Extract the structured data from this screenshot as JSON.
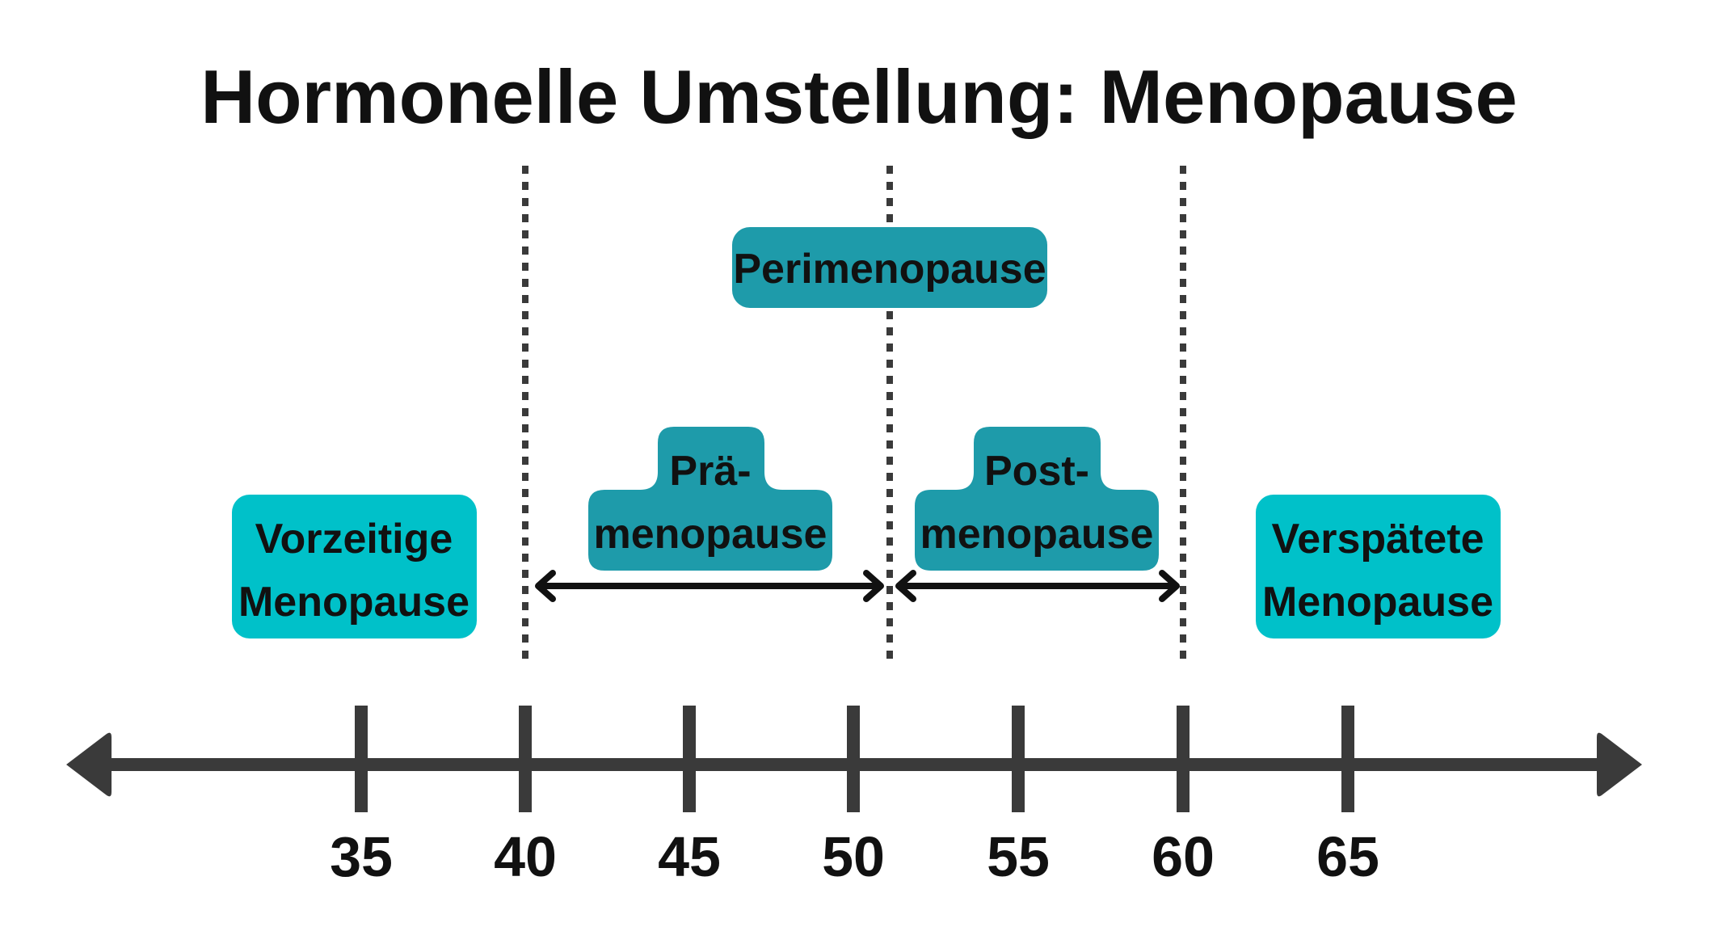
{
  "title": "Hormonelle Umstellung: Menopause",
  "colors": {
    "box_light": "#00C1C9",
    "box_dark": "#1E9BAA",
    "axis": "#3A3A3A",
    "text": "#111111"
  },
  "axis": {
    "ticks": [
      "35",
      "40",
      "45",
      "50",
      "55",
      "60",
      "65"
    ]
  },
  "labels": {
    "perimenopause": "Perimenopause",
    "prae_line1": "Prä-",
    "prae_line2": "menopause",
    "post_line1": "Post-",
    "post_line2": "menopause",
    "vorzeitige_line1": "Vorzeitige",
    "vorzeitige_line2": "Menopause",
    "verspaetete_line1": "Verspätete",
    "verspaetete_line2": "Menopause"
  }
}
